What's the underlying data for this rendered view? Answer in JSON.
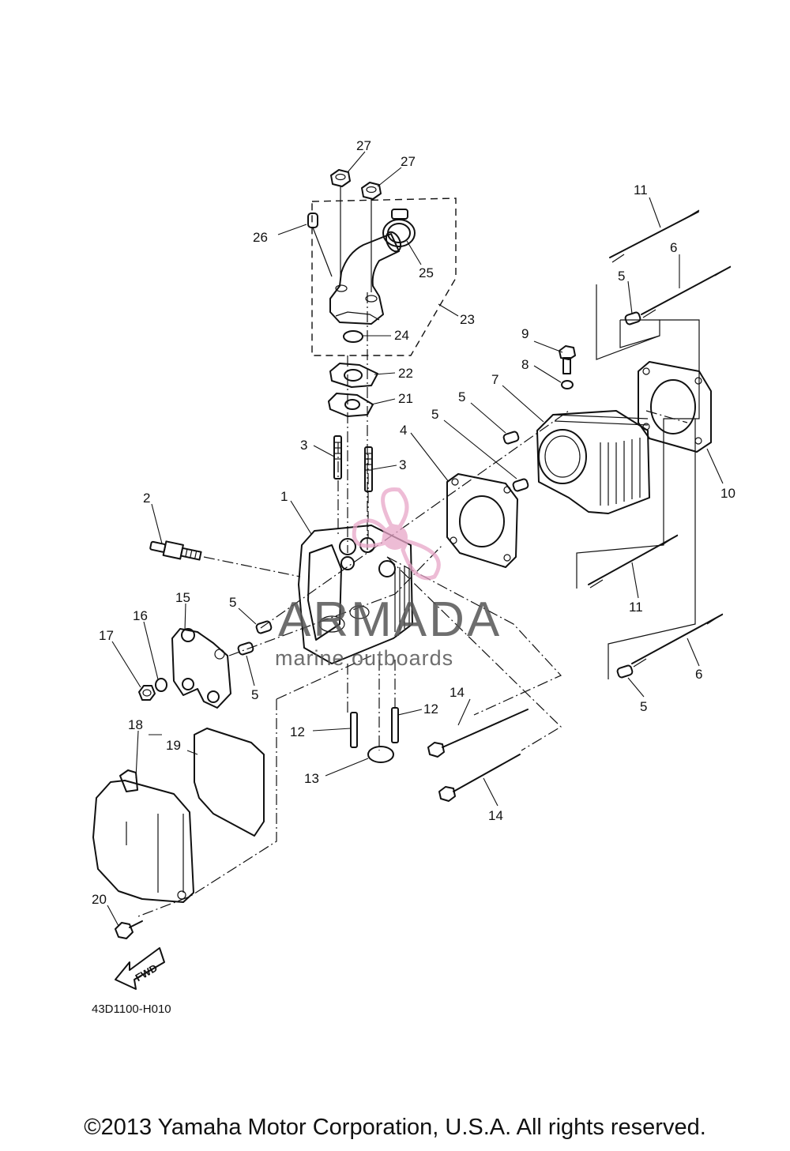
{
  "diagram": {
    "callouts": {
      "c1": "1",
      "c2": "2",
      "c3a": "3",
      "c3b": "3",
      "c4": "4",
      "c5a": "5",
      "c5b": "5",
      "c5c": "5",
      "c5d": "5",
      "c5e": "5",
      "c5f": "5",
      "c6a": "6",
      "c6b": "6",
      "c7": "7",
      "c8": "8",
      "c9": "9",
      "c10": "10",
      "c11a": "11",
      "c11b": "11",
      "c12a": "12",
      "c12b": "12",
      "c13": "13",
      "c14a": "14",
      "c14b": "14",
      "c15": "15",
      "c16": "16",
      "c17": "17",
      "c18": "18",
      "c19": "19",
      "c20": "20",
      "c21": "21",
      "c22": "22",
      "c23": "23",
      "c24": "24",
      "c25": "25",
      "c26": "26",
      "c27a": "27",
      "c27b": "27"
    },
    "fwd_label": "FWD",
    "drawing_code": "43D1100-H010"
  },
  "watermark": {
    "brand": "ARMADA",
    "tagline": "marine outboards",
    "color": "#e8a6c8"
  },
  "footer": {
    "copyright": "©2013 Yamaha Motor Corporation, U.S.A. All rights reserved."
  }
}
